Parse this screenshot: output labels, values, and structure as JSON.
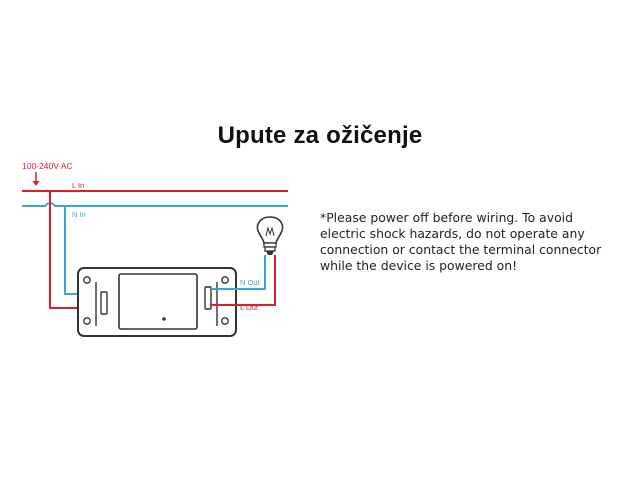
{
  "title": "Upute za ožičenje",
  "diagram": {
    "supply_label": "100-240V AC",
    "line_in_label": "L In",
    "neutral_in_label": "N In",
    "neutral_out_label": "N Out",
    "line_out_label": "L Out",
    "colors": {
      "line": "#d9202a",
      "neutral": "#3aa5d8",
      "device": "#333333"
    },
    "icons": [
      "arrow-down-icon",
      "light-bulb-icon",
      "terminal-screw-icon"
    ]
  },
  "warning_text": "*Please power off before wiring. To avoid electric shock hazards, do not operate any connection or contact the terminal connector while the device is powered on!"
}
